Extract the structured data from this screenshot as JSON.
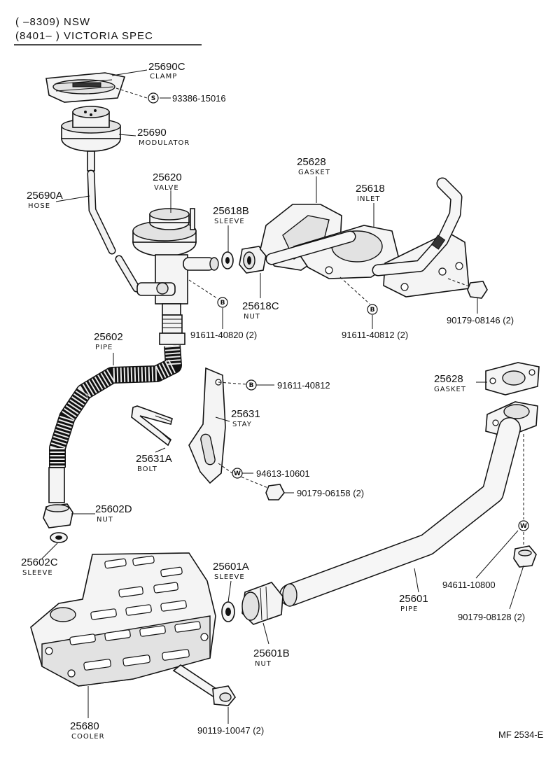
{
  "header": {
    "line1": "(      –8309) NSW",
    "line2": "(8401–        ) VICTORIA SPEC"
  },
  "parts": [
    {
      "id": "clamp",
      "number": "25690C",
      "name": "CLAMP"
    },
    {
      "id": "modulator",
      "number": "25690",
      "name": "MODULATOR"
    },
    {
      "id": "hose",
      "number": "25690A",
      "name": "HOSE"
    },
    {
      "id": "valve",
      "number": "25620",
      "name": "VALVE"
    },
    {
      "id": "sleeve-b",
      "number": "25618B",
      "name": "SLEEVE"
    },
    {
      "id": "nut-c",
      "number": "25618C",
      "name": "NUT"
    },
    {
      "id": "gasket-top",
      "number": "25628",
      "name": "GASKET"
    },
    {
      "id": "inlet",
      "number": "25618",
      "name": "INLET"
    },
    {
      "id": "pipe",
      "number": "25602",
      "name": "PIPE"
    },
    {
      "id": "stay",
      "number": "25631",
      "name": "STAY"
    },
    {
      "id": "bolt",
      "number": "25631A",
      "name": "BOLT"
    },
    {
      "id": "nut-d",
      "number": "25602D",
      "name": "NUT"
    },
    {
      "id": "sleeve-c",
      "number": "25602C",
      "name": "SLEEVE"
    },
    {
      "id": "gasket-low",
      "number": "25628",
      "name": "GASKET"
    },
    {
      "id": "sleeve-a",
      "number": "25601A",
      "name": "SLEEVE"
    },
    {
      "id": "pipe-low",
      "number": "25601",
      "name": "PIPE"
    },
    {
      "id": "nut-b",
      "number": "25601B",
      "name": "NUT"
    },
    {
      "id": "cooler",
      "number": "25680",
      "name": "COOLER"
    }
  ],
  "refs": [
    {
      "id": "r1",
      "symbol": "S",
      "text": "93386-15016"
    },
    {
      "id": "r2",
      "symbol": "B",
      "text": "91611-40820 (2)"
    },
    {
      "id": "r3",
      "symbol": "B",
      "text": "91611-40812 (2)"
    },
    {
      "id": "r4",
      "symbol": "",
      "text": "90179-08146 (2)"
    },
    {
      "id": "r5",
      "symbol": "B",
      "text": "91611-40812"
    },
    {
      "id": "r6",
      "symbol": "W",
      "text": "94613-10601"
    },
    {
      "id": "r7",
      "symbol": "",
      "text": "90179-06158 (2)"
    },
    {
      "id": "r8",
      "symbol": "W",
      "text": "94611-10800"
    },
    {
      "id": "r9",
      "symbol": "",
      "text": "90179-08128 (2)"
    },
    {
      "id": "r10",
      "symbol": "",
      "text": "90119-10047 (2)"
    }
  ],
  "footer": {
    "code": "MF  2534-E"
  }
}
